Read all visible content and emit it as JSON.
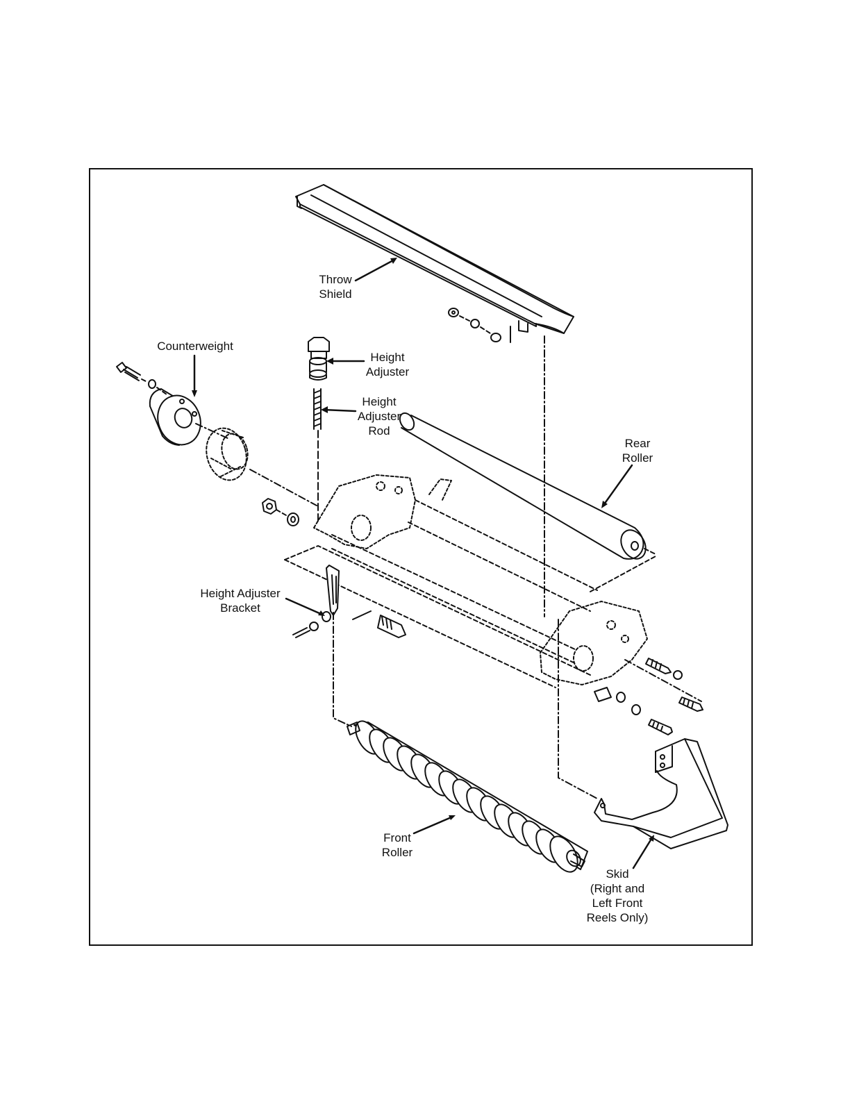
{
  "diagram": {
    "labels": {
      "throw_shield": [
        "Throw",
        "Shield"
      ],
      "counterweight": [
        "Counterweight"
      ],
      "height_adjuster": [
        "Height",
        "Adjuster"
      ],
      "height_adjuster_rod": [
        "Height",
        "Adjuster",
        "Rod"
      ],
      "rear_roller": [
        "Rear",
        "Roller"
      ],
      "height_adjuster_bracket": [
        "Height Adjuster",
        "Bracket"
      ],
      "front_roller": [
        "Front",
        "Roller"
      ],
      "skid": [
        "Skid",
        "(Right and",
        "Left Front",
        "Reels Only)"
      ]
    }
  },
  "colors": {
    "ink": "#111111",
    "paper": "#ffffff",
    "fill": "#f2f2f2"
  }
}
